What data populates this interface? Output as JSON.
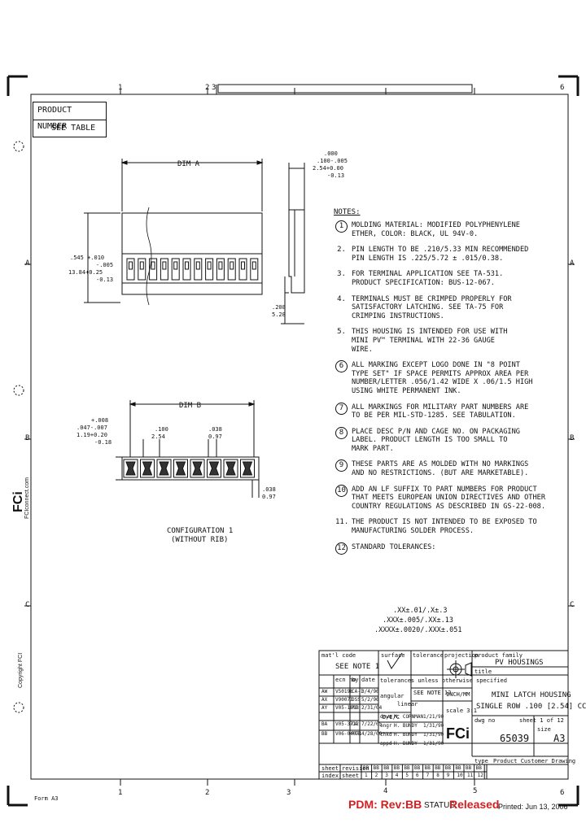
{
  "product_number": {
    "label": "PRODUCT NUMBER",
    "value": "SEE TABLE"
  },
  "border": {
    "cols": [
      "1",
      "2",
      "3",
      "4",
      "5",
      "6"
    ],
    "rows": [
      "A",
      "B",
      "C"
    ]
  },
  "dims": {
    "dim_a": "DIM A",
    "dim_b": "DIM B",
    "top_tol": [
      ".000",
      ".100-.005",
      "2.54+0.00",
      "-0.13"
    ],
    "left_tol": [
      ".545 +.010",
      "-.005",
      "13.84+0.25",
      "-0.13"
    ],
    "height_right": [
      ".208",
      "5.28"
    ],
    "b_left_tol": [
      "+.008",
      ".047-.007",
      "1.19+0.20",
      "-0.18"
    ],
    "pitch": [
      ".100",
      "2.54"
    ],
    "c38_top": [
      ".038",
      "0.97"
    ],
    "c38_bottom": [
      ".038",
      "0.97"
    ],
    "config_label": [
      "CONFIGURATION 1",
      "(WITHOUT RIB)"
    ]
  },
  "notes": {
    "header": "NOTES:",
    "items": [
      {
        "num": "1",
        "circled": true,
        "lines": [
          "MOLDING MATERIAL: MODIFIED POLYPHENYLENE",
          "ETHER, COLOR: BLACK, UL 94V-0."
        ]
      },
      {
        "num": "2.",
        "circled": false,
        "lines": [
          "PIN LENGTH TO BE .210/5.33 MIN RECOMMENDED",
          "PIN LENGTH IS .225/5.72 ± .015/0.38."
        ]
      },
      {
        "num": "3.",
        "circled": false,
        "lines": [
          "FOR TERMINAL APPLICATION SEE TA-531.",
          "PRODUCT SPECIFICATION: BUS-12-067."
        ]
      },
      {
        "num": "4.",
        "circled": false,
        "lines": [
          "TERMINALS MUST BE CRIMPED PROPERLY FOR",
          "SATISFACTORY LATCHING. SEE TA-75 FOR",
          "CRIMPING INSTRUCTIONS."
        ]
      },
      {
        "num": "5.",
        "circled": false,
        "lines": [
          "THIS HOUSING IS INTENDED FOR USE WITH",
          "MINI PV™ TERMINAL WITH 22-36 GAUGE",
          "WIRE."
        ]
      },
      {
        "num": "6",
        "circled": true,
        "lines": [
          "ALL MARKING EXCEPT LOGO DONE IN \"8 POINT",
          "TYPE SET\" IF SPACE PERMITS APPROX AREA PER",
          "NUMBER/LETTER .056/1.42 WIDE X .06/1.5 HIGH",
          "USING WHITE PERMANENT INK."
        ]
      },
      {
        "num": "7",
        "circled": true,
        "lines": [
          "ALL MARKINGS FOR MILITARY PART NUMBERS ARE",
          "TO BE PER MIL-STD-1285. SEE TABULATION."
        ]
      },
      {
        "num": "8",
        "circled": true,
        "lines": [
          "PLACE DESC P/N AND CAGE NO. ON PACKAGING",
          "LABEL. PRODUCT LENGTH IS TOO SMALL TO",
          "MARK PART."
        ]
      },
      {
        "num": "9",
        "circled": true,
        "lines": [
          "THESE PARTS ARE AS MOLDED WITH NO MARKINGS",
          "AND NO RESTRICTIONS. (BUT ARE MARKETABLE)."
        ]
      },
      {
        "num": "10",
        "circled": true,
        "lines": [
          "ADD AN LF SUFFIX TO PART NUMBERS FOR PRODUCT",
          "THAT MEETS EUROPEAN UNION DIRECTIVES AND OTHER",
          "COUNTRY REGULATIONS AS DESCRIBED IN GS-22-008."
        ]
      },
      {
        "num": "11.",
        "circled": false,
        "lines": [
          "THE PRODUCT IS NOT INTENDED TO BE EXPOSED TO",
          "MANUFACTURING SOLDER PROCESS."
        ]
      },
      {
        "num": "12",
        "circled": true,
        "lines": [
          "STANDARD TOLERANCES:"
        ]
      }
    ],
    "tolerances": [
      ".XX±.01/.X±.3",
      ".XXX±.005/.XX±.13",
      ".XXXX±.0020/.XXX±.051"
    ]
  },
  "title_block": {
    "mat_code": "mat'l code",
    "mat_code_val": "SEE NOTE 1",
    "surface": "surface",
    "tolerance": "tolerance",
    "tol_val": "SEE NOTE 12",
    "projection": "projection",
    "product_family": "product family",
    "family_val": "PV HOUSINGS",
    "title_lbl": "title",
    "title_l1": "MINI LATCH HOUSING",
    "title_l2": "SINGLE ROW .100 [2.54] CC",
    "units": "INCH/MM",
    "scale": "scale 3:1",
    "dwg_no_lbl": "dwg no",
    "dwg_no": "65039",
    "sheet": "sheet 1 of 12",
    "size": "size",
    "size_val": "A3",
    "type_lbl": "type",
    "type_val": "Product Customer Drawing",
    "brand": "FCi",
    "rev_rows": [
      [
        "AW",
        "V50198",
        "CA-1",
        "3/4/96"
      ],
      [
        "AX",
        "V90073",
        "DSS",
        "5/2/96"
      ],
      [
        "AY",
        "V05-1898",
        "PJ",
        "2/31/04"
      ],
      [
        "BA",
        "V05-3712",
        "CA",
        "7/22/05"
      ],
      [
        "BB",
        "V06-04071",
        "RTE",
        "4/28/06"
      ]
    ],
    "rev_hdr": [
      "ecn no",
      "by",
      "date"
    ],
    "signers": [
      [
        "drwn",
        "M. CORNMAN",
        "1/21/90"
      ],
      [
        "engr",
        "H. BUNDY",
        "1/31/90"
      ],
      [
        "chkd",
        "H. BUNDY",
        "1/31/90"
      ],
      [
        "appd",
        "H. BUNDY",
        "1/31/90"
      ]
    ],
    "extra_labels": [
      "tolerances unless otherwise specified",
      "angular",
      "linear",
      "D/E/C"
    ],
    "sheet_lbl": "sheet",
    "revision_lbl": "revision",
    "index_lbl": "index",
    "sheet_row": [
      "BB",
      "BB",
      "BB",
      "BB",
      "BB",
      "BB",
      "BB",
      "BB",
      "BB",
      "BB",
      "BB",
      "BB"
    ],
    "index_row": [
      "1",
      "2",
      "3",
      "4",
      "5",
      "6",
      "7",
      "8",
      "9",
      "10",
      "11",
      "12"
    ]
  },
  "footer": {
    "pdm": "PDM: Rev:BB",
    "status_label": "STATUS:",
    "status_value": "Released",
    "printed": "Printed: Jun 13, 2006",
    "side_brand": "FCi",
    "side_url": "FCIconnect.com",
    "copyright": "Copyright FCI",
    "form": "Form A3"
  }
}
